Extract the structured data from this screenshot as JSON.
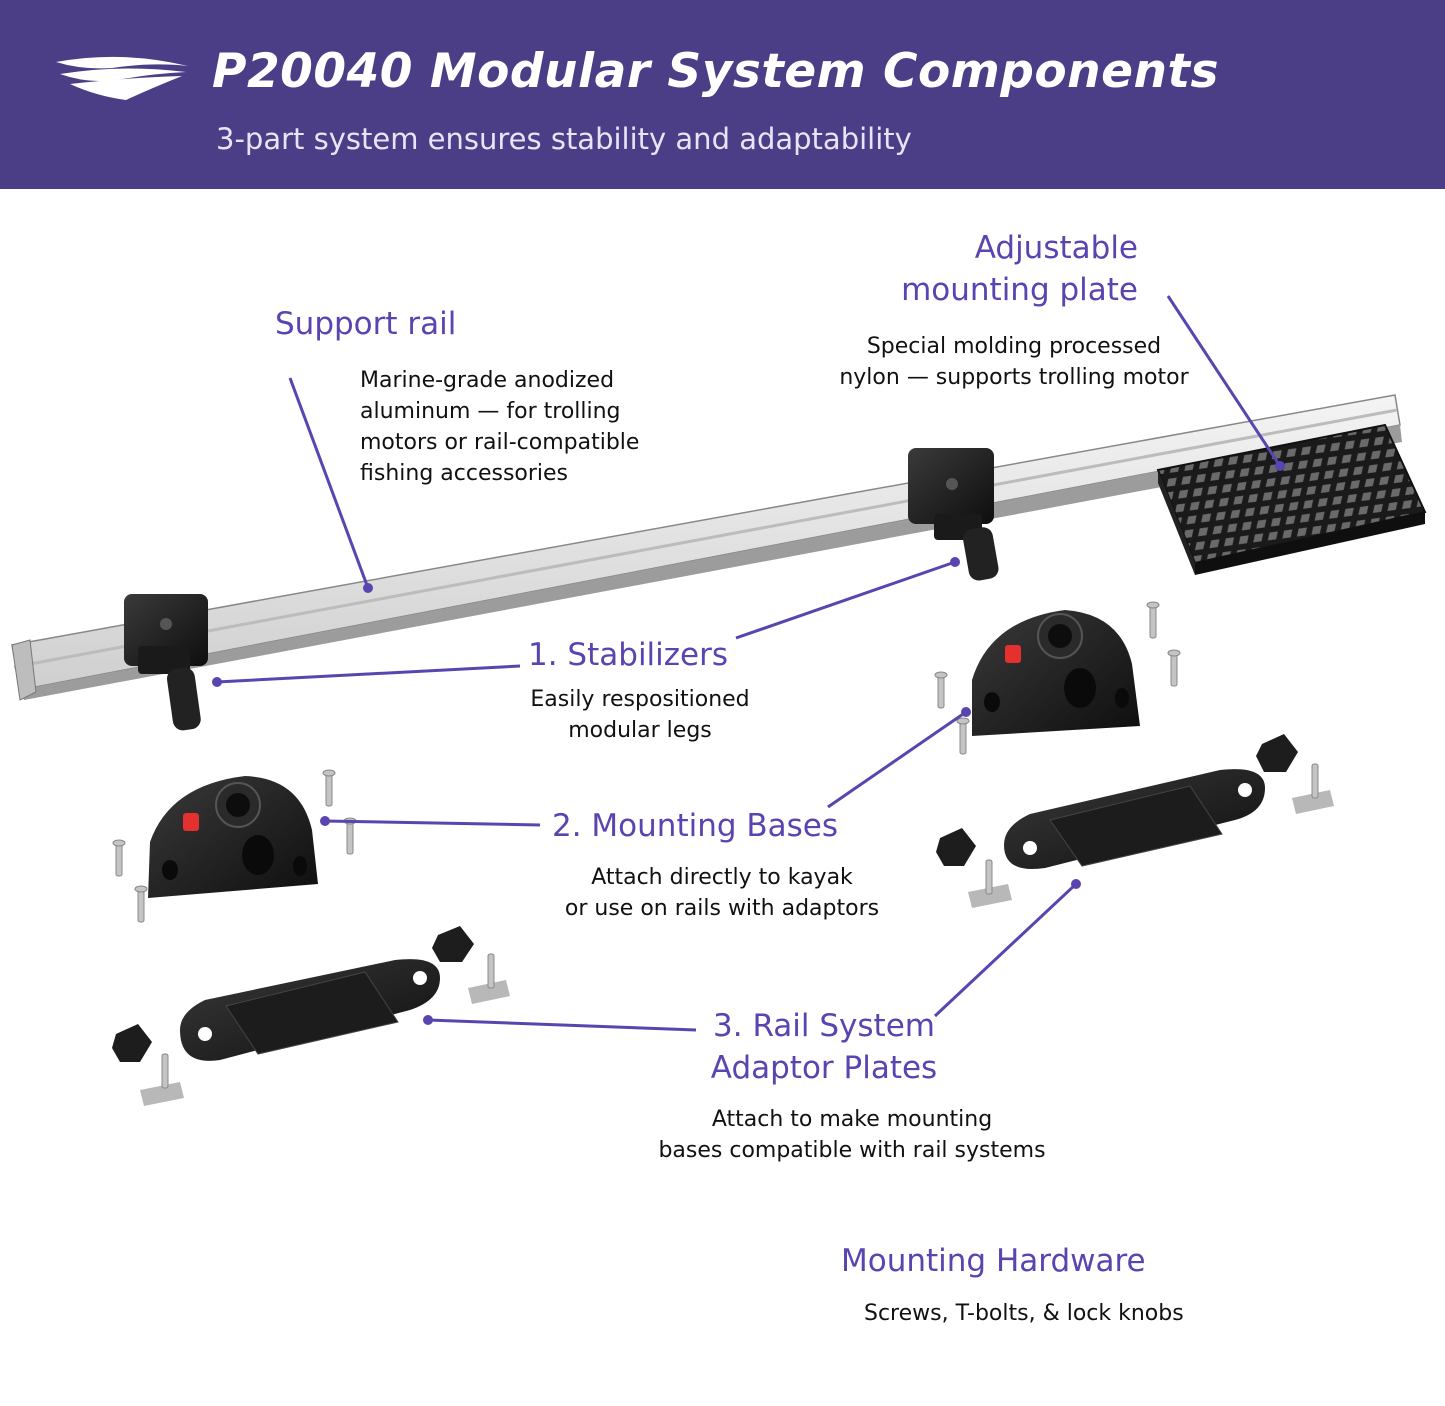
{
  "header": {
    "title": "P20040 Modular System Components",
    "subtitle": "3-part system ensures stability and adaptability"
  },
  "colors": {
    "banner": "#4b3e86",
    "accent": "#5a44b0",
    "subtitle": "#e8e4f5"
  },
  "labels": {
    "mounting_plate": {
      "title_lines": [
        "Adjustable",
        "mounting plate"
      ],
      "desc_lines": [
        "Special molding processed",
        "nylon — supports trolling motor"
      ]
    },
    "support_rail": {
      "title": "Support rail",
      "desc_lines": [
        "Marine-grade anodized",
        "aluminum — for trolling",
        "motors or rail-compatible",
        "fishing accessories"
      ]
    },
    "stabilizers": {
      "title": "1. Stabilizers",
      "desc_lines": [
        "Easily respositioned",
        "modular legs"
      ]
    },
    "mounting_bases": {
      "title": "2. Mounting Bases",
      "desc_lines": [
        "Attach directly to kayak",
        "or use on rails with adaptors"
      ]
    },
    "adaptor_plates": {
      "title_lines": [
        "3. Rail System",
        "Adaptor Plates"
      ],
      "desc_lines": [
        "Attach to make mounting",
        "bases compatible with rail systems"
      ]
    },
    "hardware": {
      "title": "Mounting Hardware",
      "desc": "Screws, T-bolts, & lock knobs"
    }
  }
}
